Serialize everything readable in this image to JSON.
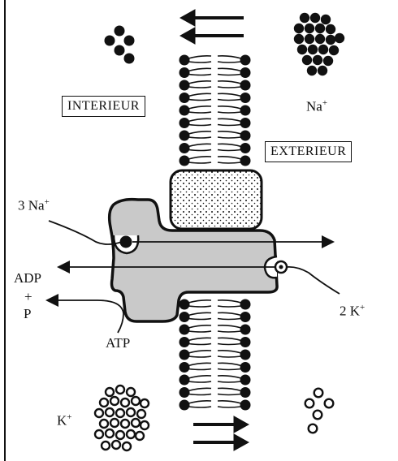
{
  "labels": {
    "interior": "INTERIEUR",
    "exterior": "EXTERIEUR",
    "na_top": "Na",
    "na_top_charge": "+",
    "three_na": "3 Na",
    "three_na_charge": "+",
    "adp": "ADP",
    "plus": "+",
    "p": "P",
    "atp": "ATP",
    "two_k": "2 K",
    "two_k_charge": "+",
    "k_bottom": "K",
    "k_bottom_charge": "+"
  },
  "colors": {
    "ink": "#111111",
    "pump_fill": "#c9c9c9",
    "paper": "#ffffff"
  }
}
